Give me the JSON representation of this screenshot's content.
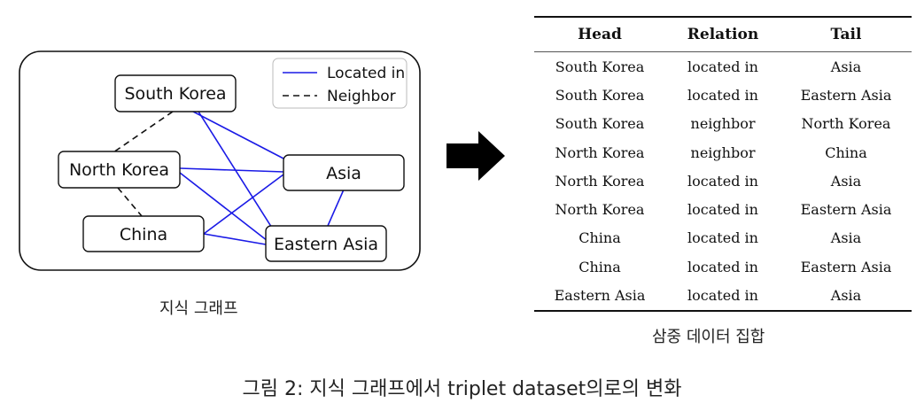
{
  "graph": {
    "nodes": {
      "south_korea": "South Korea",
      "north_korea": "North Korea",
      "china": "China",
      "asia": "Asia",
      "eastern_asia": "Eastern Asia"
    },
    "legend": {
      "located_in": "Located in",
      "neighbor": "Neighbor"
    },
    "colors": {
      "located_in": "#1a1ae6",
      "neighbor": "#111111"
    },
    "caption": "지식 그래프"
  },
  "table": {
    "headers": [
      "Head",
      "Relation",
      "Tail"
    ],
    "rows": [
      [
        "South Korea",
        "located in",
        "Asia"
      ],
      [
        "South Korea",
        "located in",
        "Eastern Asia"
      ],
      [
        "South Korea",
        "neighbor",
        "North Korea"
      ],
      [
        "North Korea",
        "neighbor",
        "China"
      ],
      [
        "North Korea",
        "located in",
        "Asia"
      ],
      [
        "North Korea",
        "located in",
        "Eastern Asia"
      ],
      [
        "China",
        "located in",
        "Asia"
      ],
      [
        "China",
        "located in",
        "Eastern Asia"
      ],
      [
        "Eastern Asia",
        "located in",
        "Asia"
      ]
    ],
    "caption": "삼중 데이터 집합"
  },
  "figure_caption": "그림 2: 지식 그래프에서 triplet dataset의로의 변화",
  "arrow_icon": "right-arrow-icon"
}
